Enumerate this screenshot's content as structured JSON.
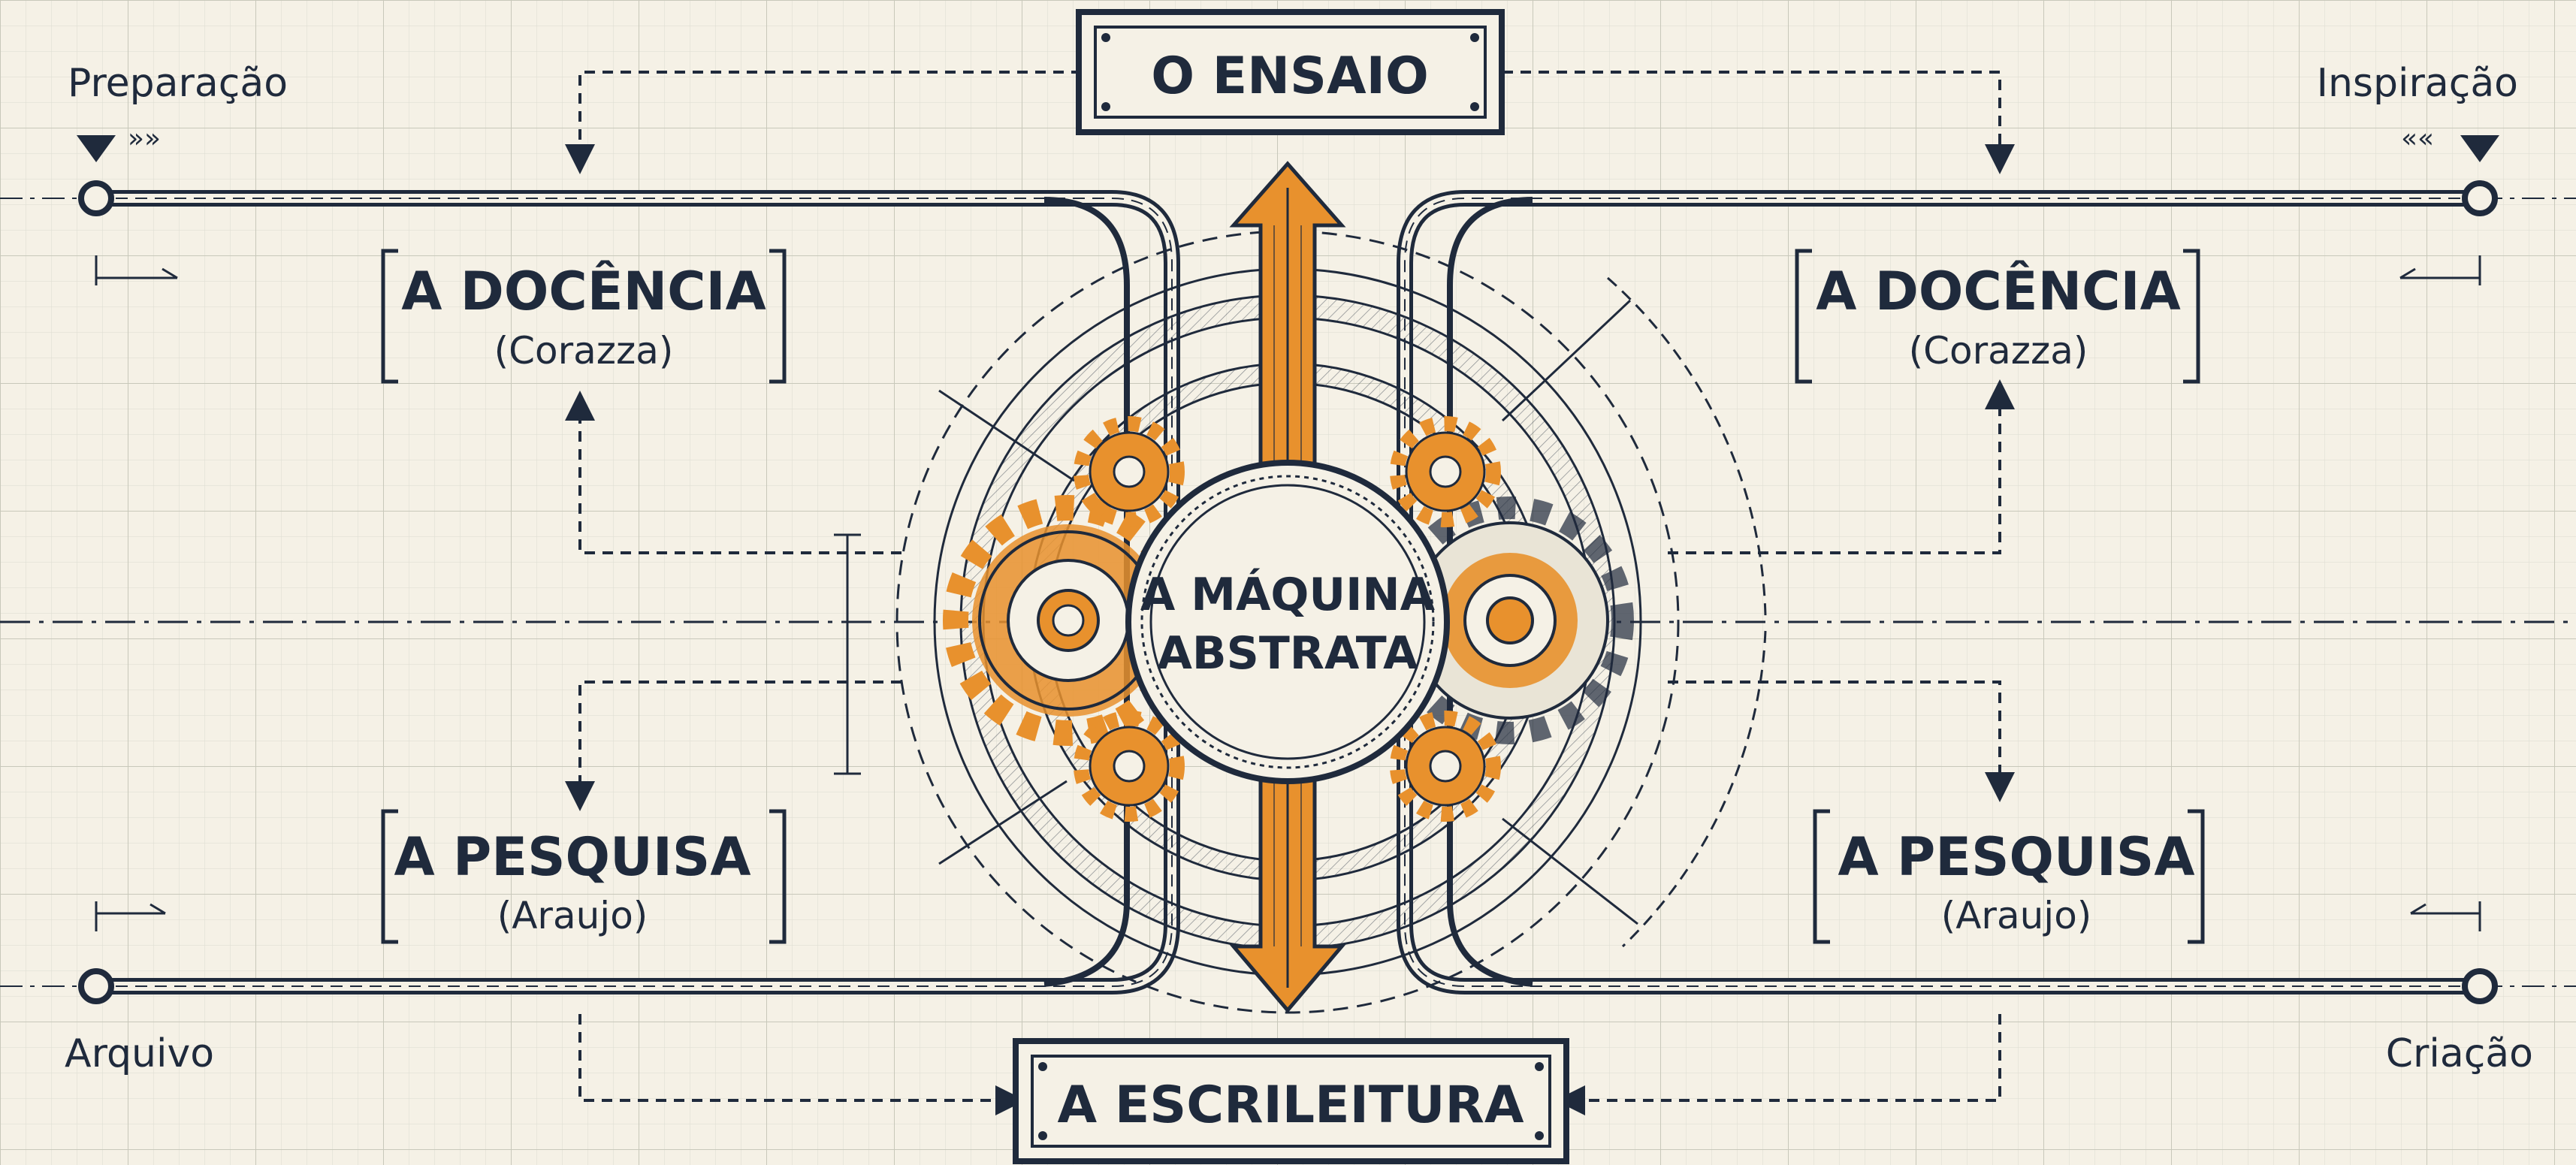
{
  "diagram": {
    "top_title": "O ENSAIO",
    "bottom_title": "A ESCRILEITURA",
    "center": {
      "line1": "A MÁQUINA",
      "line2": "ABSTRATA"
    },
    "corners": {
      "top_left": "Preparação",
      "top_right": "Inspiração",
      "bottom_left": "Arquivo",
      "bottom_right": "Criação"
    },
    "boxes": {
      "top_left": {
        "title": "A DOCÊNCIA",
        "author": "(Corazza)"
      },
      "top_right": {
        "title": "A DOCÊNCIA",
        "author": "(Corazza)"
      },
      "bottom_left": {
        "title": "A PESQUISA",
        "author": "(Araujo)"
      },
      "bottom_right": {
        "title": "A PESQUISA",
        "author": "(Araujo)"
      }
    }
  },
  "colors": {
    "navy": "#1f2a3c",
    "orange": "#e8912d",
    "paper": "#f5f1e6",
    "grid": "#d8d8cc"
  }
}
